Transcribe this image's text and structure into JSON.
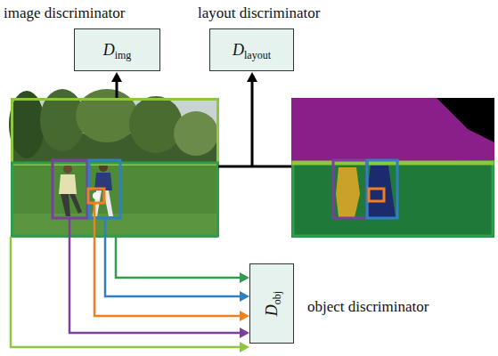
{
  "diagram": {
    "nodes": [
      {
        "text": [
          "image discriminator",
          "D",
          "img"
        ]
      },
      {
        "text": [
          "layout discriminator",
          "D",
          "layout"
        ]
      },
      {
        "text": [
          "object discriminator",
          "D",
          "obj"
        ]
      }
    ]
  }
}
